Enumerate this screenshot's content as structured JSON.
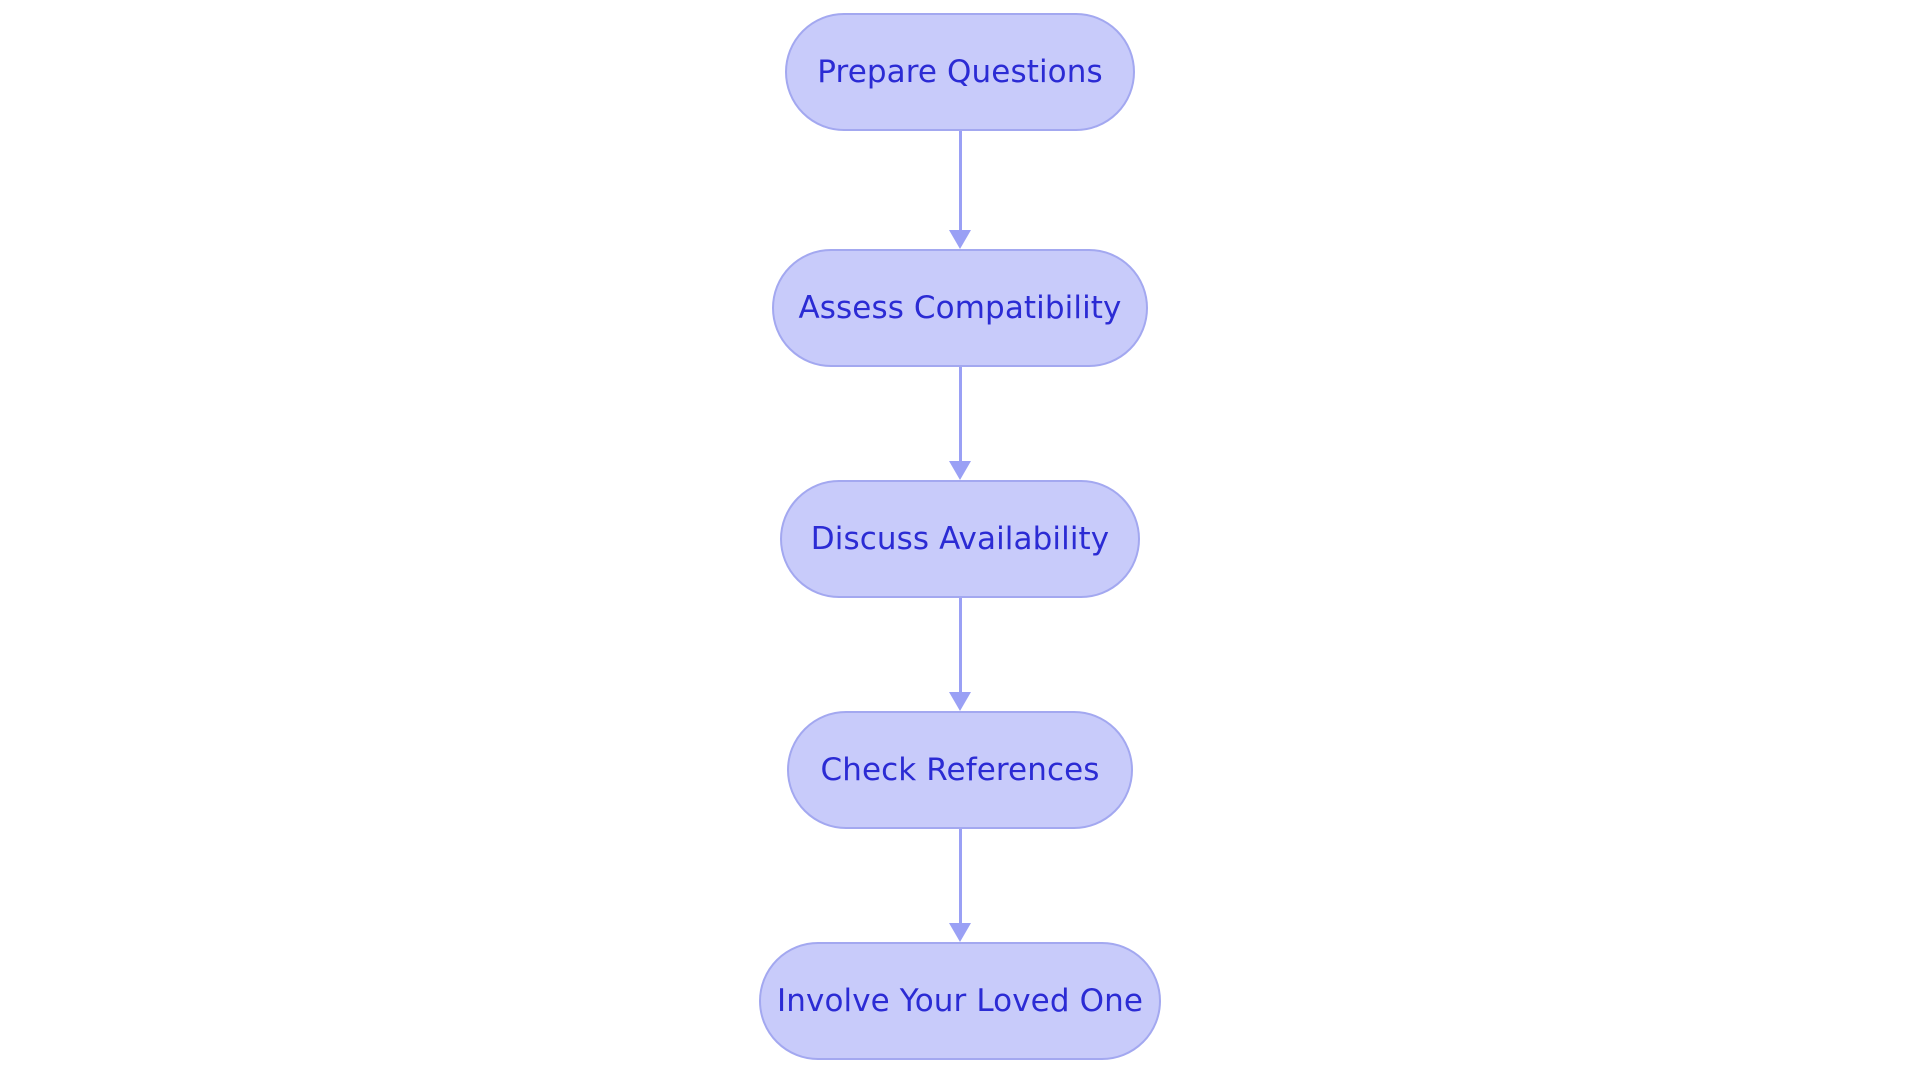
{
  "diagram": {
    "type": "flowchart",
    "orientation": "vertical-top-to-bottom",
    "background_color": "#ffffff",
    "node_fill_color": "#c8cbfa",
    "node_border_color": "#a3a8f0",
    "node_text_color": "#2b2bd4",
    "connector_color": "#9aa0f5",
    "node_shape": "stadium",
    "nodes": [
      {
        "id": "n0",
        "label": "Prepare Questions"
      },
      {
        "id": "n1",
        "label": "Assess Compatibility"
      },
      {
        "id": "n2",
        "label": "Discuss Availability"
      },
      {
        "id": "n3",
        "label": "Check References"
      },
      {
        "id": "n4",
        "label": "Involve Your Loved One"
      }
    ],
    "edges": [
      {
        "id": "e0",
        "from": "n0",
        "to": "n1",
        "label": "",
        "arrow": "arrowhead-down-icon"
      },
      {
        "id": "e1",
        "from": "n1",
        "to": "n2",
        "label": "",
        "arrow": "arrowhead-down-icon"
      },
      {
        "id": "e2",
        "from": "n2",
        "to": "n3",
        "label": "",
        "arrow": "arrowhead-down-icon"
      },
      {
        "id": "e3",
        "from": "n3",
        "to": "n4",
        "label": "",
        "arrow": "arrowhead-down-icon"
      }
    ]
  }
}
